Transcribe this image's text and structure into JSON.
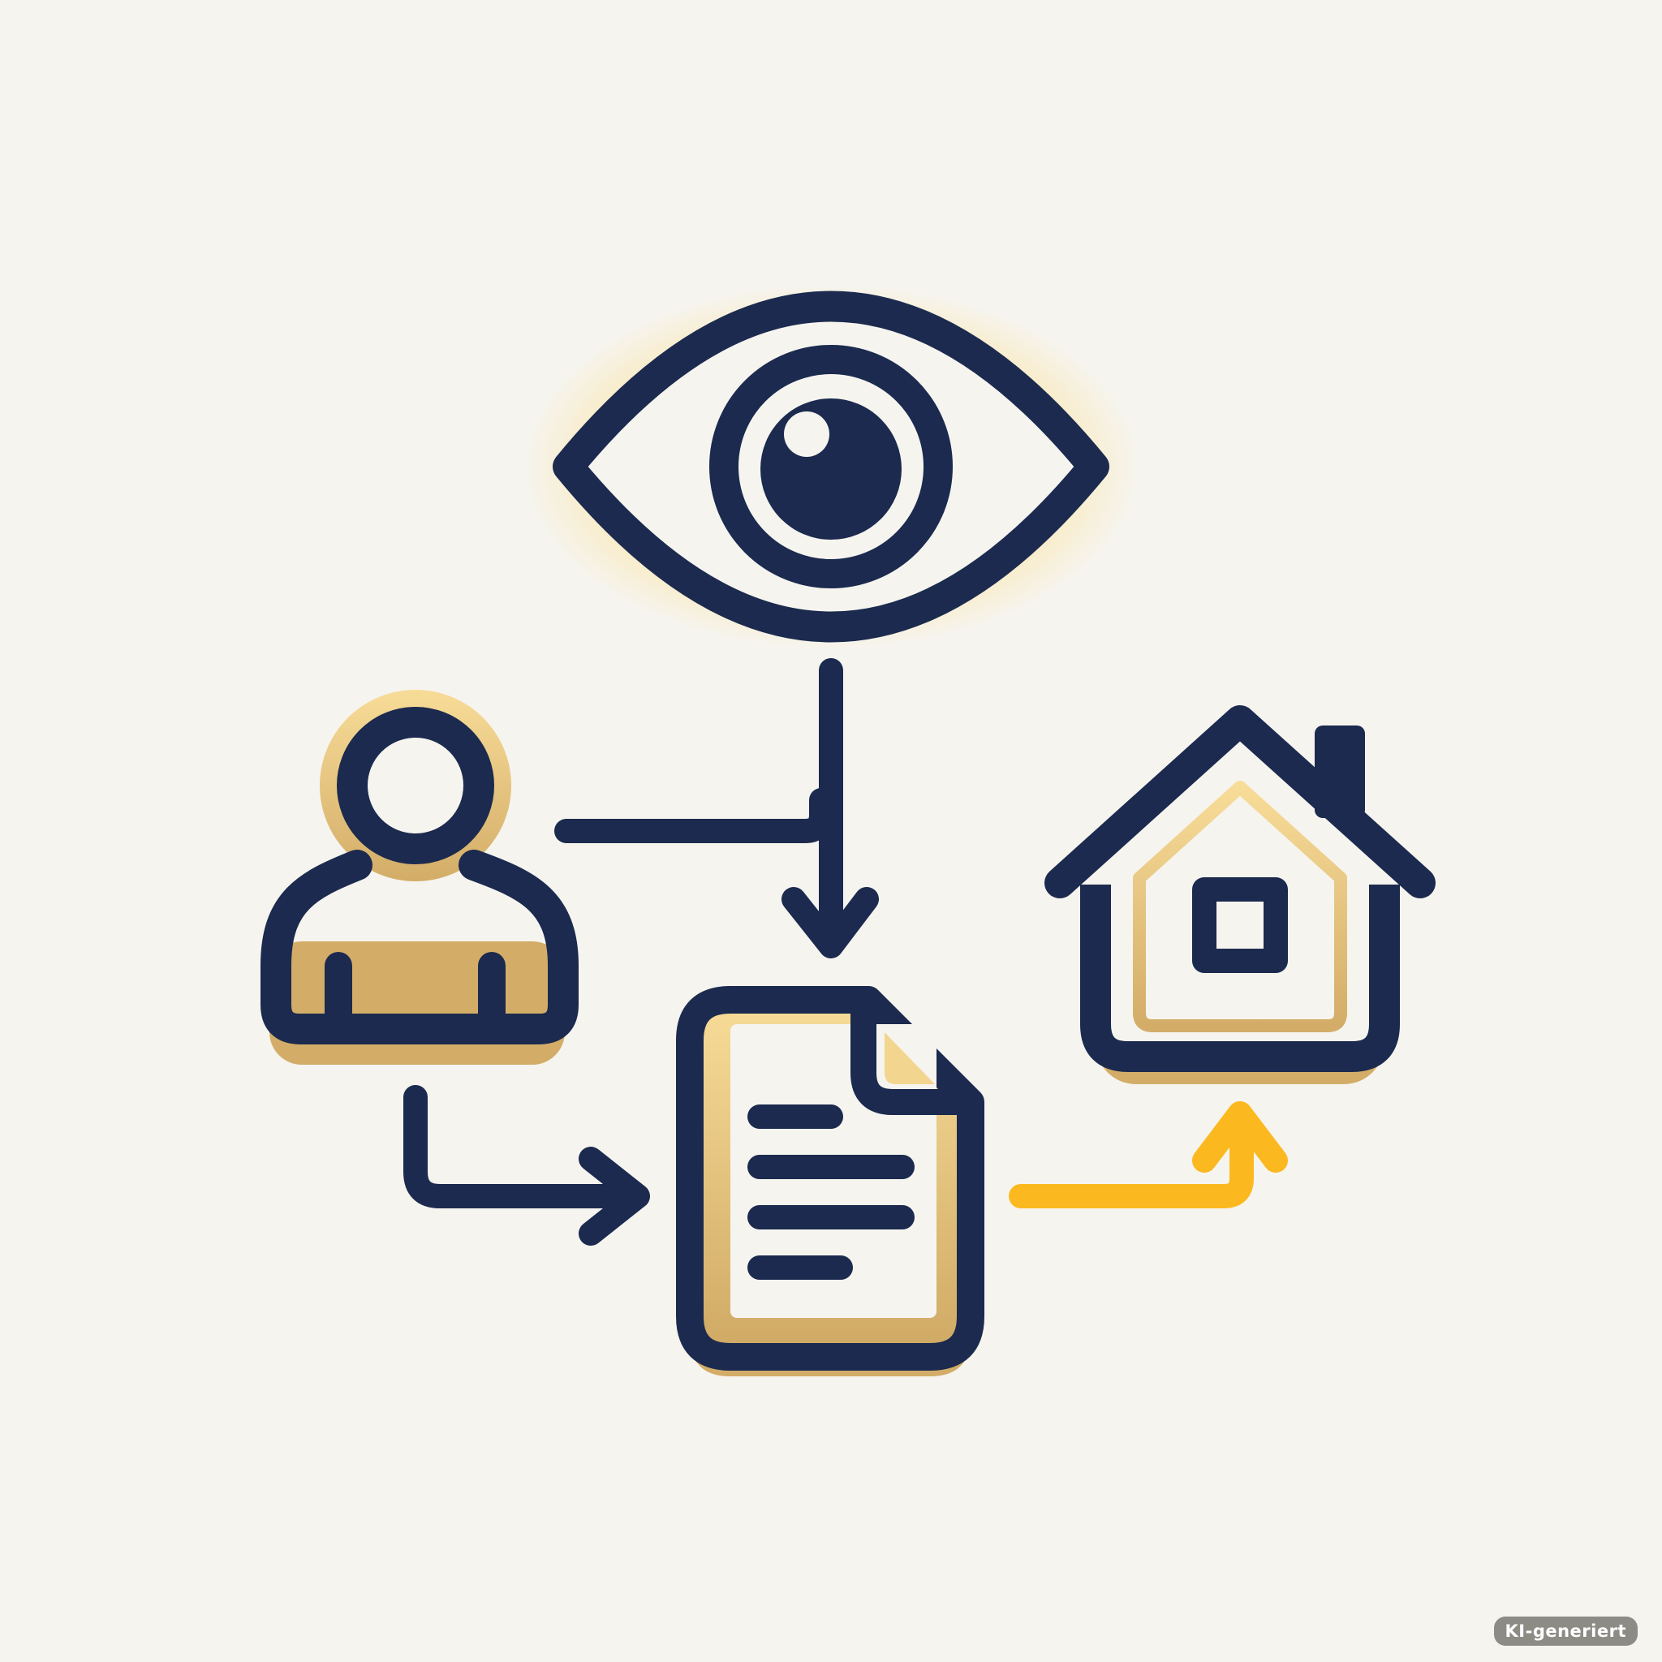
{
  "badge": {
    "label": "KI-generiert"
  },
  "colors": {
    "background": "#f6f4ef",
    "navy": "#1b2a4e",
    "gold": "#d3b06a",
    "gold_light": "#f7dc98",
    "accent_yellow": "#fbb91f"
  },
  "icons": [
    "eye-icon",
    "person-icon",
    "document-icon",
    "house-icon"
  ],
  "connectors": [
    {
      "from": "eye-icon",
      "to": "document-icon",
      "color": "navy"
    },
    {
      "from": "person-icon",
      "to": "document-icon",
      "color": "navy"
    },
    {
      "from": "document-icon",
      "to": "house-icon",
      "color": "accent_yellow"
    }
  ]
}
